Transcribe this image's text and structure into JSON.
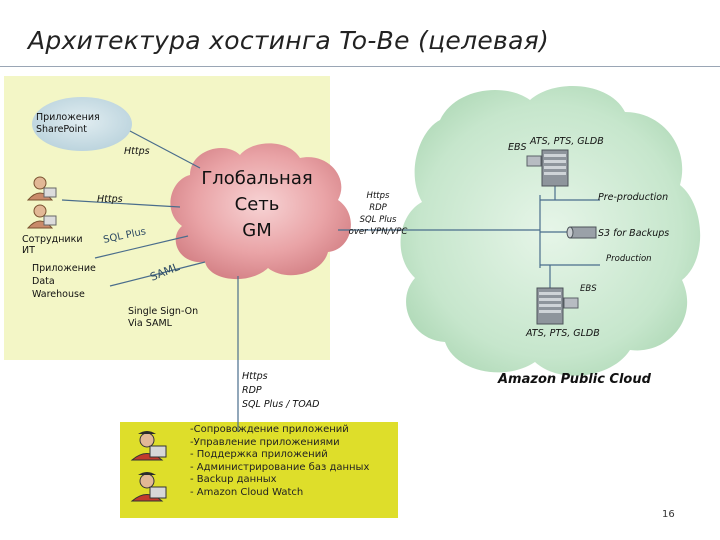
{
  "title": "Архитектура хостинга To-Be (целевая)",
  "left_panel": {
    "sharepoint_label": "Приложения\nSharePoint",
    "employees_label": "Сотрудники\nИТ",
    "dwh_label": "Приложение\nData\nWarehouse",
    "sso_label": "Single Sign-On\nVia SAML"
  },
  "cloud_gm": {
    "label": "Глобальная\nСеть\nGM"
  },
  "connections": {
    "https_top": "Https",
    "https_mid": "Https",
    "sql_plus": "SQL Plus",
    "saml": "SAML",
    "vpn_label": "Https\nRDP\nSQL Plus\nover VPN/VPC",
    "bottom_label": "Https\nRDP\nSQL Plus / TOAD"
  },
  "aws": {
    "ebs_top": "EBS",
    "ats_top": "ATS, PTS, GLDB",
    "preproduction": "Pre-production",
    "s3": "S3 for Backups",
    "production": "Production",
    "ebs_bottom": "EBS",
    "ats_bottom": "ATS, PTS, GLDB",
    "cloud_label": "Amazon Public Cloud"
  },
  "support": {
    "items": [
      "-Сопровождение приложений",
      "-Управление приложениями",
      "- Поддержка приложений",
      "- Администрирование баз данных",
      "- Backup данных",
      "- Amazon Cloud Watch"
    ]
  },
  "page_number": "16",
  "colors": {
    "panel": "#f3f6c6",
    "bubble": "#c9dde5",
    "gm_cloud": "#e9a3a6",
    "aws_cloud": "#c6e6cc",
    "support_box": "#dede2a",
    "line": "#4a6d8c"
  }
}
